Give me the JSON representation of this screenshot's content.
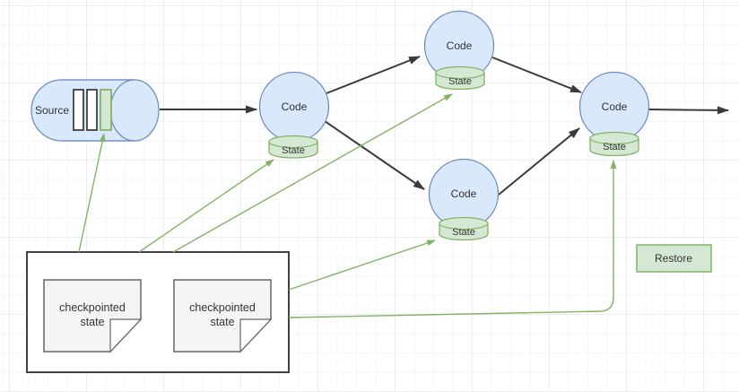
{
  "diagram": {
    "source_node": {
      "label": "Source"
    },
    "operators": [
      {
        "id": "middle",
        "label": "Code",
        "state_label": "State"
      },
      {
        "id": "top",
        "label": "Code",
        "state_label": "State"
      },
      {
        "id": "bottom",
        "label": "Code",
        "state_label": "State"
      },
      {
        "id": "sink",
        "label": "Code",
        "state_label": "State"
      }
    ],
    "checkpoint_box": {
      "documents": [
        {
          "line1": "checkpointed",
          "line2": "state"
        },
        {
          "line1": "checkpointed",
          "line2": "state"
        }
      ]
    },
    "restore_button": {
      "label": "Restore"
    },
    "colors": {
      "node_fill": "#dae8fc",
      "node_stroke": "#6c8ebf",
      "state_fill": "#d5e8d4",
      "state_stroke": "#82b366",
      "document_fill": "#f5f5f5",
      "document_stroke": "#666666",
      "storage_box_stroke": "#424242",
      "dataflow_edge": "#3b3b3b",
      "restore_edge": "#82b366"
    }
  }
}
